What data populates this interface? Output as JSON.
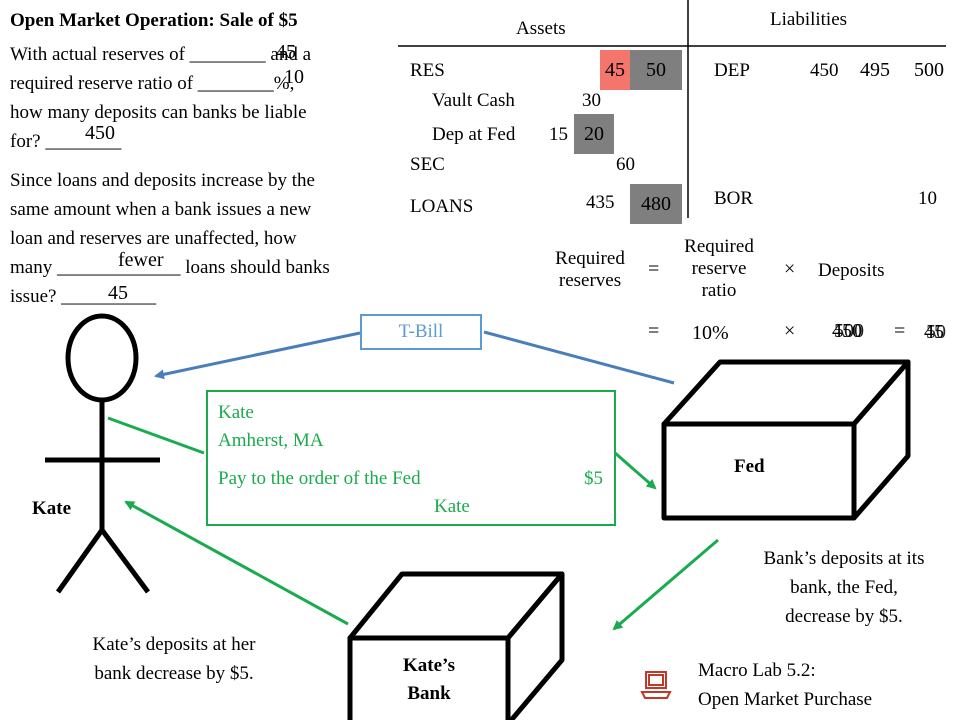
{
  "title": "Open Market Operation: Sale of $5",
  "question1": {
    "line1": "With actual reserves of ________ and a",
    "line2": "required reserve ratio of ________%,",
    "line3": "how many deposits can banks be liable",
    "line4": "for? ________",
    "answer_reserves": "45",
    "answer_ratio": "10",
    "answer_deposits": "450"
  },
  "question2": {
    "line1": "Since loans and deposits increase by the",
    "line2": "same amount when a bank issues a new",
    "line3": "loan and reserves are unaffected, how",
    "line4": "many _____________ loans should banks",
    "line5": "issue? __________",
    "answer_fewer": "fewer",
    "answer_amount": "45"
  },
  "balance_sheet": {
    "assets_header": "Assets",
    "liabilities_header": "Liabilities",
    "res_label": "RES",
    "res_old": "45",
    "res_new": "50",
    "vault_cash_label": "Vault Cash",
    "vault_cash_value": "30",
    "dep_fed_label": "Dep at Fed",
    "dep_fed_old": "15",
    "dep_fed_new": "20",
    "sec_label": "SEC",
    "sec_value": "60",
    "loans_label": "LOANS",
    "loans_old": "435",
    "loans_new": "480",
    "dep_label": "DEP",
    "dep_v1": "450",
    "dep_v2": "495",
    "dep_v3": "500",
    "bor_label": "BOR",
    "bor_value": "10"
  },
  "formula": {
    "required_reserves_l1": "Required",
    "required_reserves_l2": "reserves",
    "equals": "=",
    "ratio_l1": "Required",
    "ratio_l2": "reserve",
    "ratio_l3": "ratio",
    "times": "×",
    "deposits": "Deposits",
    "ratio_value": "10%",
    "deposits_value_a": "450",
    "deposits_value_b": "500",
    "result_a": "45",
    "result_b": "50"
  },
  "tbill_label": "T-Bill",
  "check": {
    "name": "Kate",
    "city": "Amherst, MA",
    "pay_line": "Pay to the order of the Fed",
    "amount": "$5",
    "signature": "Kate"
  },
  "kate_label": "Kate",
  "fed_label": "Fed",
  "kates_bank_l1": "Kate’s",
  "kates_bank_l2": "Bank",
  "fed_caption_l1": "Bank’s deposits at its",
  "fed_caption_l2": "bank, the Fed,",
  "fed_caption_l3": "decrease by $5.",
  "kate_caption_l1": "Kate’s deposits at her",
  "kate_caption_l2": "bank decrease by $5.",
  "lab_l1": "Macro Lab 5.2:",
  "lab_l2": "Open Market Purchase",
  "colors": {
    "green": "#1aab4f",
    "blue": "#4a7ebb",
    "gray": "#7f7f7f",
    "red": "#f4756c",
    "tbill_blue": "#5b9bd5"
  }
}
